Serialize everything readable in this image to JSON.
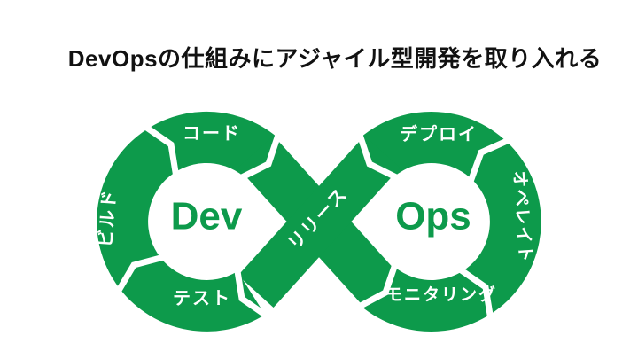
{
  "title": "DevOpsの仕組みにアジャイル型開発を取り入れる",
  "colors": {
    "ribbon_green": "#0D9A4B",
    "segment_label_white": "#FFFFFF",
    "title_black": "#111111"
  },
  "left_loop": {
    "name": "Dev",
    "segments": {
      "top": "コード",
      "left": "ビルド",
      "bottom": "テスト"
    }
  },
  "right_loop": {
    "name": "Ops",
    "segments": {
      "top": "デプロイ",
      "right": "オペレイト",
      "bottom": "モニタリング"
    }
  },
  "center_band": {
    "label": "リリース"
  }
}
